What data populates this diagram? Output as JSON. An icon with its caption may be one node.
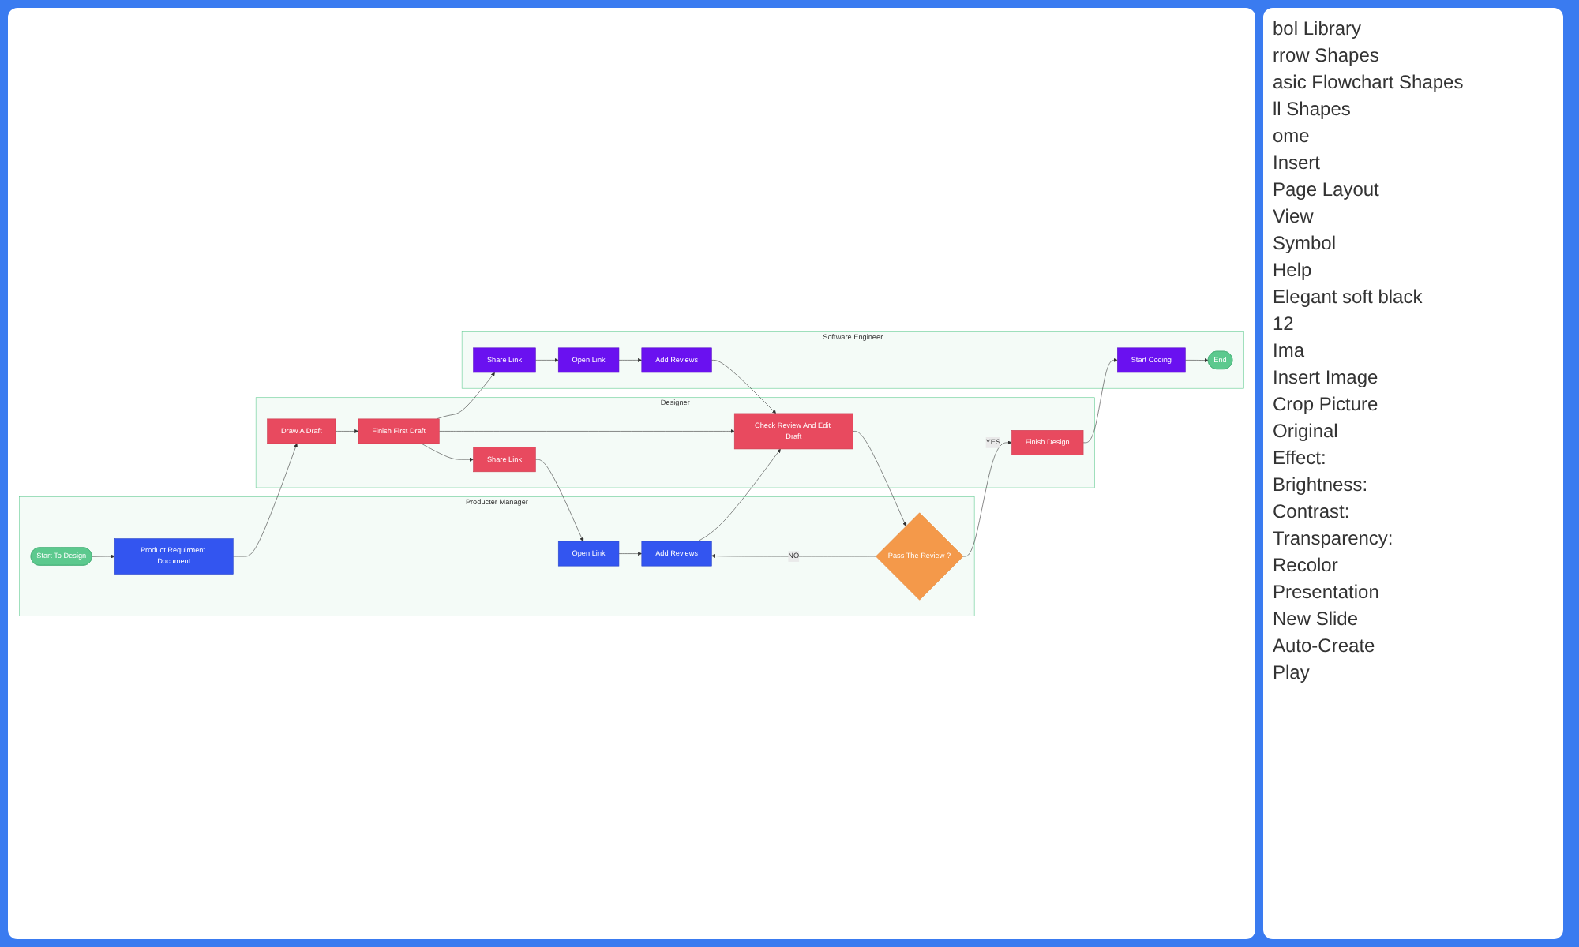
{
  "diagram": {
    "nodes": [
      {
        "text": [
          "Producter Manager"
        ]
      },
      {
        "text": [
          "Start To Design"
        ],
        "in": 0
      },
      {
        "text": [
          "Product Requirment Document"
        ],
        "in": 0
      },
      {
        "text": [
          "Open Link"
        ],
        "in": 0
      },
      {
        "text": [
          "Add Reviews"
        ],
        "in": 0
      },
      {
        "text": [
          "Pass The Review ?"
        ],
        "in": 0
      },
      {
        "text": [
          "Designer"
        ]
      },
      {
        "text": [
          "Share Link"
        ],
        "in": 6
      },
      {
        "text": [
          "Draw A Draft"
        ],
        "in": 6
      },
      {
        "text": [
          "Finish First Draft"
        ],
        "in": 6
      },
      {
        "text": [
          "Check Review And Edit Draft"
        ],
        "in": 6
      },
      {
        "text": [
          "Finish Design"
        ],
        "in": 6
      },
      {
        "text": [
          "Software Engineer"
        ]
      },
      {
        "text": [
          "Share Link"
        ],
        "in": 12
      },
      {
        "text": [
          "Start Coding"
        ],
        "in": 12
      },
      {
        "text": [
          "Open Link"
        ],
        "in": 12
      },
      {
        "text": [
          "Add Reviews"
        ],
        "in": 12
      },
      {
        "text": [
          "End"
        ],
        "in": 12
      }
    ],
    "edges": [
      {
        "from": 1,
        "to": 2,
        "arrow": "to"
      },
      {
        "from": 2,
        "to": 8,
        "arrow": "to"
      },
      {
        "from": 8,
        "to": 9,
        "arrow": "to"
      },
      {
        "from": 9,
        "to": 7,
        "arrow": "to"
      },
      {
        "from": 7,
        "to": 3,
        "arrow": "to"
      },
      {
        "from": 3,
        "to": 4,
        "arrow": "to"
      },
      {
        "from": 4,
        "to": 10,
        "arrow": "to"
      },
      {
        "from": 9,
        "to": 10,
        "arrow": "to"
      },
      {
        "from": 10,
        "to": 5,
        "arrow": "to"
      },
      {
        "from": 5,
        "to": 4,
        "arrow": "to",
        "label": "NO"
      },
      {
        "from": 5,
        "to": 11,
        "arrow": "to",
        "label": "YES"
      },
      {
        "from": 9,
        "to": 13,
        "arrow": "to"
      },
      {
        "from": 13,
        "to": 15,
        "arrow": "to"
      },
      {
        "from": 15,
        "to": 16,
        "arrow": "to"
      },
      {
        "from": 16,
        "to": 10,
        "arrow": "to"
      },
      {
        "from": 11,
        "to": 14,
        "arrow": "to"
      },
      {
        "from": 14,
        "to": 17,
        "arrow": "to"
      }
    ],
    "labels": [
      "bol Library",
      "rrow Shapes",
      "asic Flowchart Shapes",
      "ll Shapes",
      "ome",
      "Insert",
      "Page Layout",
      "View",
      "Symbol",
      "Help",
      "Elegant soft black",
      "12",
      "Ima",
      "Insert Image",
      "Crop Picture",
      "Original",
      "Effect:",
      "Brightness:",
      "Contrast:",
      "Transparency:",
      "Recolor",
      "Presentation",
      "New Slide",
      "Auto-Create",
      "Play"
    ]
  }
}
